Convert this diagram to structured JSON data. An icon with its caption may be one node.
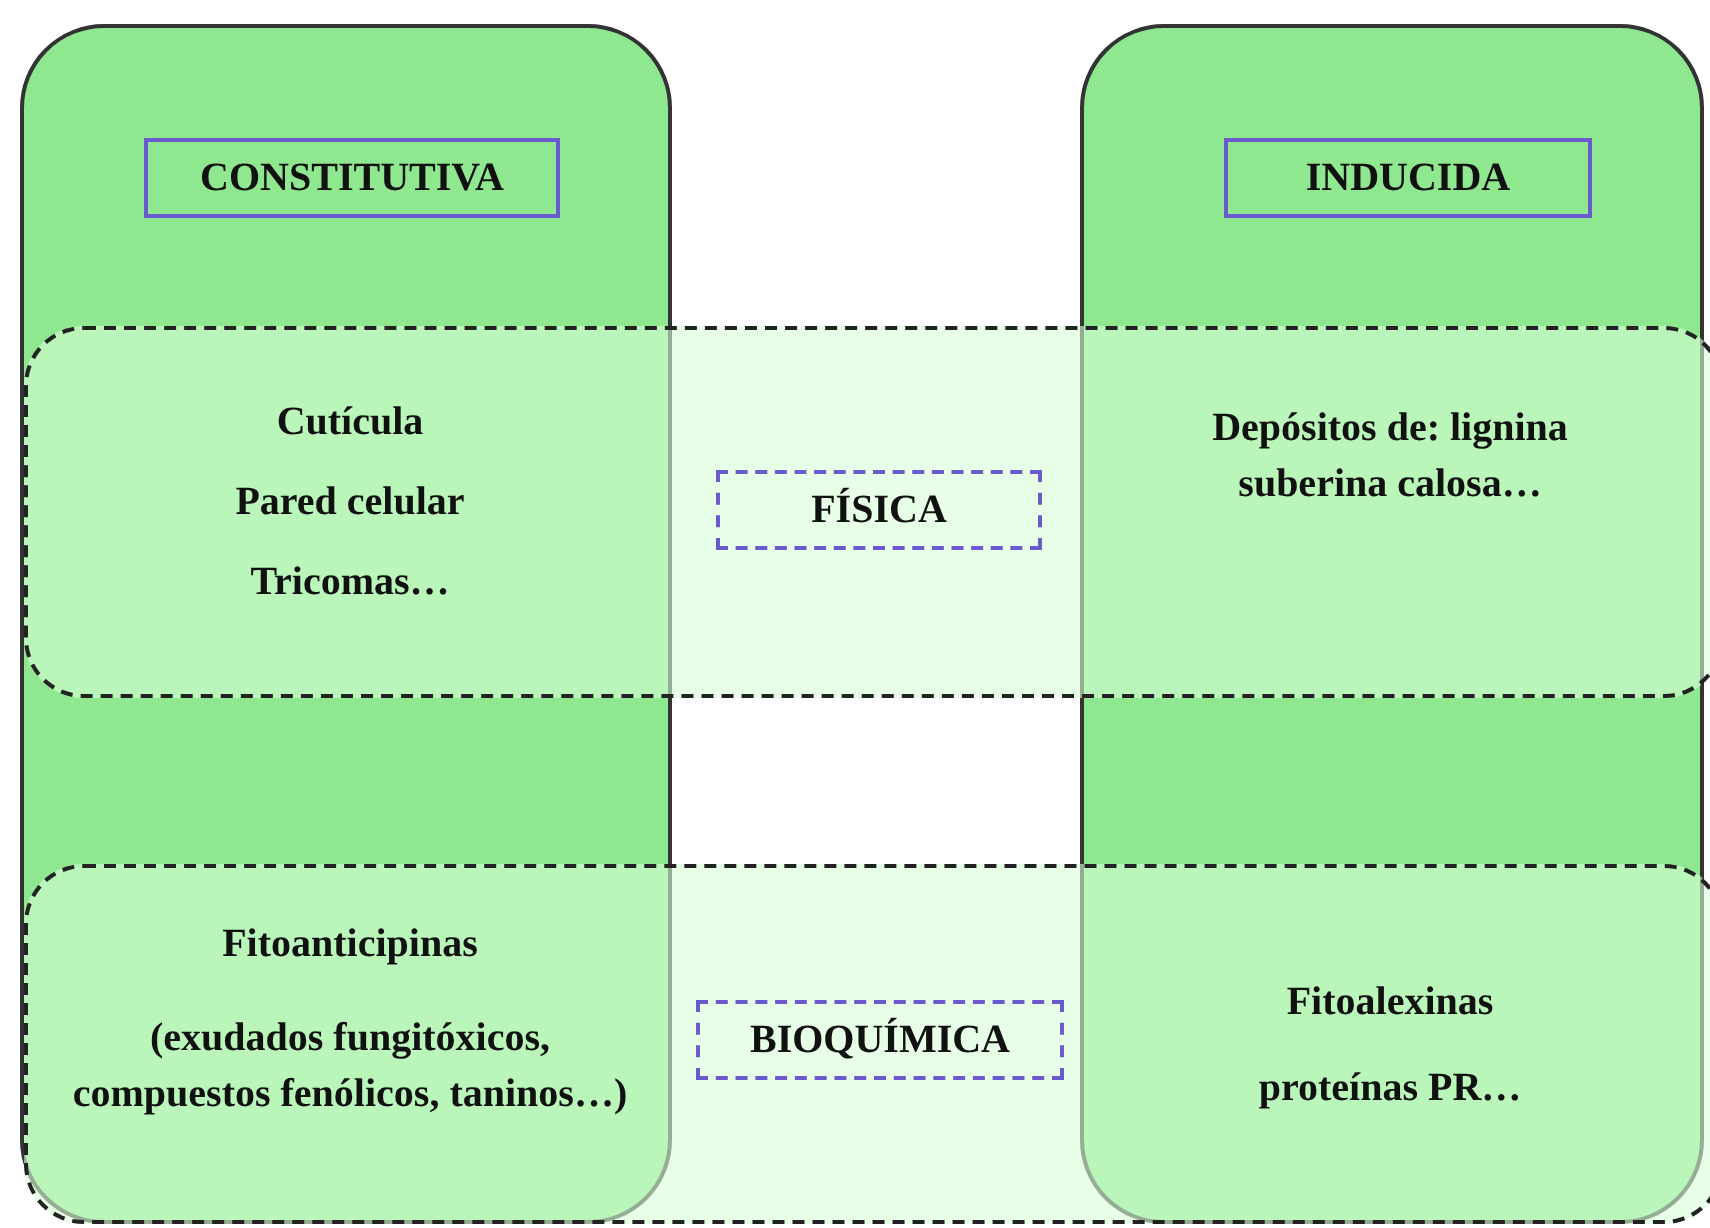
{
  "diagram": {
    "nodes": [
      {
        "text": [
          "CONSTITUTIVA"
        ]
      },
      {
        "text": [
          "INDUCIDA"
        ]
      },
      {
        "text": [
          "FÍSICA"
        ]
      },
      {
        "text": [
          "BIOQUÍMICA"
        ]
      }
    ],
    "labels": [
      "Cutícula",
      "Pared celular",
      "Tricomas…",
      "Depósitos de: lignina suberina calosa…",
      "Fitoanticipinas",
      "(exudados fungitóxicos, compuestos fenólicos, taninos…)",
      "Fitoalexinas",
      "proteínas PR…"
    ]
  }
}
